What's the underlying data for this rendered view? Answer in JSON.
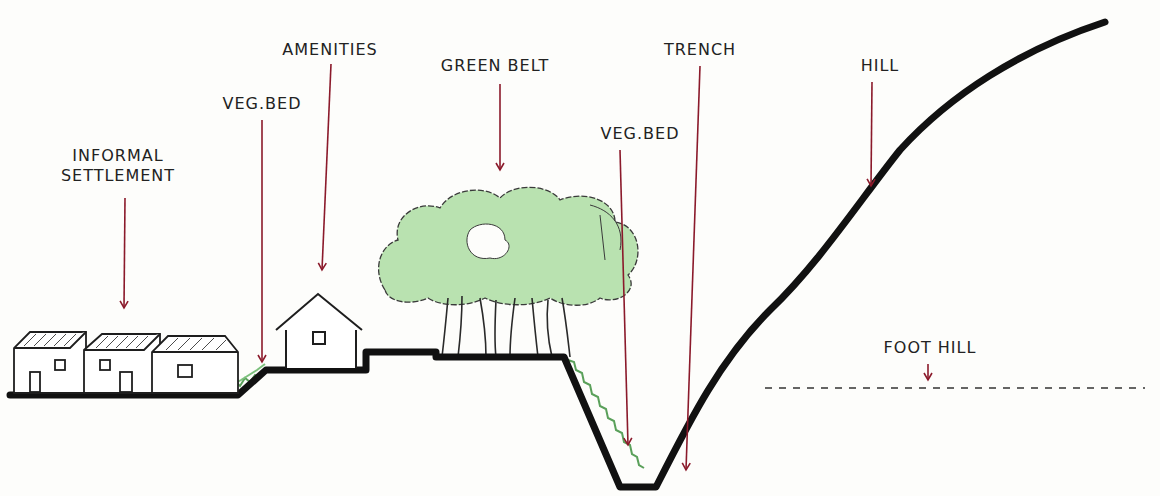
{
  "diagram": {
    "labels": [
      "INFORMAL SETTLEMENT",
      "VEG.BED",
      "AMENITIES",
      "GREEN BELT",
      "VEG.BED",
      "TRENCH",
      "HILL",
      "FOOT HILL"
    ]
  }
}
